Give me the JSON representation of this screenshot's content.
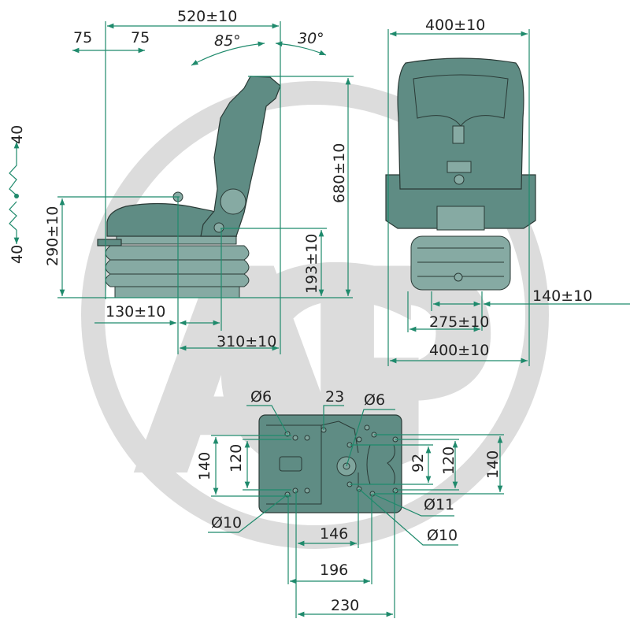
{
  "watermark": {
    "logo_text": "AGP"
  },
  "colors": {
    "dimension_line": "#1f8a6c",
    "seat_fill": "#5f8c84",
    "watermark": "#dcdcdc"
  },
  "side_view": {
    "overall_depth": "520±10",
    "slide_fore": "75",
    "slide_aft": "75",
    "backrest_forward_angle": "85°",
    "backrest_recline_angle": "30°",
    "overall_height": "680±10",
    "pivot_height": "193±10",
    "seat_reference_height": "290±10",
    "suspension_up": "40",
    "suspension_down": "40",
    "seat_ref_offset": "130±10",
    "pivot_offset": "310±10"
  },
  "front_view": {
    "backrest_width": "400±10",
    "right_offset": "140±10",
    "base_width": "275±10",
    "overall_width": "400±10"
  },
  "base_plate": {
    "hole_left_top": "Ø6",
    "offset_top": "23",
    "hole_center": "Ø6",
    "hole_left_bottom": "Ø10",
    "hole_right_small": "Ø11",
    "hole_right_bottom": "Ø10",
    "left_outer": "140",
    "left_inner": "120",
    "right_92": "92",
    "right_inner": "120",
    "right_outer": "140",
    "spacing_146": "146",
    "spacing_196": "196",
    "spacing_230": "230"
  }
}
